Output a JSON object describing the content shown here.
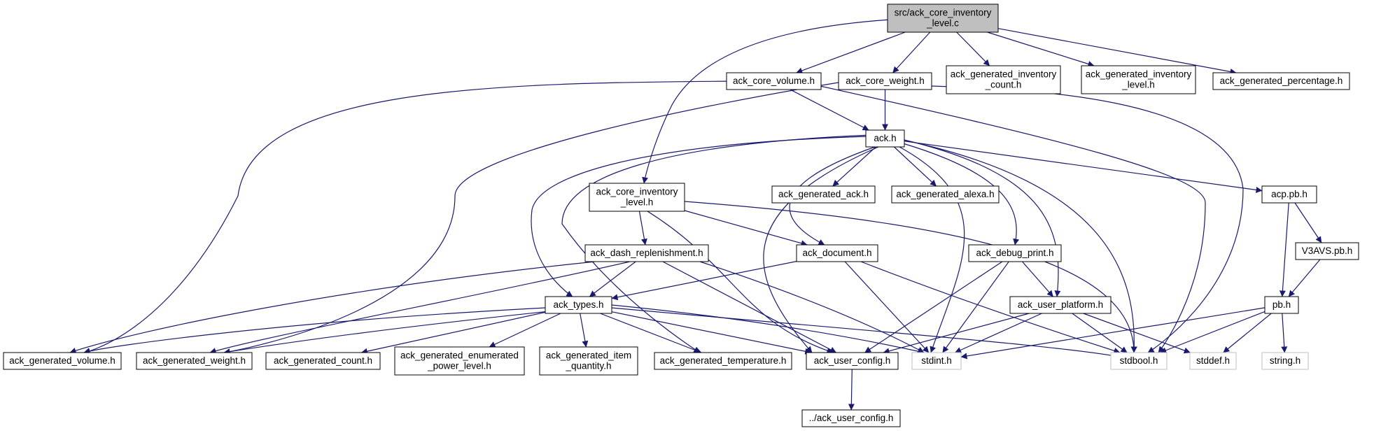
{
  "colors": {
    "edge": "#191970",
    "root_fill": "#bfbfbf",
    "node_border": "#000000",
    "external_border": "#bfbfbf",
    "background": "#ffffff"
  },
  "nodes": [
    {
      "id": "root",
      "lines": [
        "src/ack_core_inventory",
        "_level.c"
      ],
      "style": "root"
    },
    {
      "id": "core_volume",
      "lines": [
        "ack_core_volume.h"
      ]
    },
    {
      "id": "core_weight",
      "lines": [
        "ack_core_weight.h"
      ]
    },
    {
      "id": "gen_inv_count",
      "lines": [
        "ack_generated_inventory",
        "_count.h"
      ]
    },
    {
      "id": "gen_inv_level",
      "lines": [
        "ack_generated_inventory",
        "_level.h"
      ]
    },
    {
      "id": "gen_percentage",
      "lines": [
        "ack_generated_percentage.h"
      ]
    },
    {
      "id": "ack",
      "lines": [
        "ack.h"
      ]
    },
    {
      "id": "core_inv_level_h",
      "lines": [
        "ack_core_inventory",
        "_level.h"
      ]
    },
    {
      "id": "gen_ack",
      "lines": [
        "ack_generated_ack.h"
      ]
    },
    {
      "id": "gen_alexa",
      "lines": [
        "ack_generated_alexa.h"
      ]
    },
    {
      "id": "acp_pb",
      "lines": [
        "acp.pb.h"
      ]
    },
    {
      "id": "v3avs",
      "lines": [
        "V3AVS.pb.h"
      ]
    },
    {
      "id": "dash",
      "lines": [
        "ack_dash_replenishment.h"
      ]
    },
    {
      "id": "document",
      "lines": [
        "ack_document.h"
      ]
    },
    {
      "id": "debug_print",
      "lines": [
        "ack_debug_print.h"
      ]
    },
    {
      "id": "user_platform",
      "lines": [
        "ack_user_platform.h"
      ]
    },
    {
      "id": "pb",
      "lines": [
        "pb.h"
      ]
    },
    {
      "id": "types",
      "lines": [
        "ack_types.h"
      ]
    },
    {
      "id": "gen_volume",
      "lines": [
        "ack_generated_volume.h"
      ]
    },
    {
      "id": "gen_weight",
      "lines": [
        "ack_generated_weight.h"
      ]
    },
    {
      "id": "gen_count",
      "lines": [
        "ack_generated_count.h"
      ]
    },
    {
      "id": "gen_enum_power",
      "lines": [
        "ack_generated_enumerated",
        "_power_level.h"
      ]
    },
    {
      "id": "gen_item_qty",
      "lines": [
        "ack_generated_item",
        "_quantity.h"
      ]
    },
    {
      "id": "gen_temperature",
      "lines": [
        "ack_generated_temperature.h"
      ]
    },
    {
      "id": "user_config",
      "lines": [
        "ack_user_config.h"
      ]
    },
    {
      "id": "stdint",
      "lines": [
        "stdint.h"
      ],
      "style": "ext"
    },
    {
      "id": "stdbool",
      "lines": [
        "stdbool.h"
      ],
      "style": "ext"
    },
    {
      "id": "stddef",
      "lines": [
        "stddef.h"
      ],
      "style": "ext"
    },
    {
      "id": "string",
      "lines": [
        "string.h"
      ],
      "style": "ext"
    },
    {
      "id": "parent_user_config",
      "lines": [
        "../ack_user_config.h"
      ]
    }
  ],
  "edges": [
    [
      "root",
      "core_volume"
    ],
    [
      "root",
      "core_weight"
    ],
    [
      "root",
      "gen_inv_count"
    ],
    [
      "root",
      "gen_inv_level"
    ],
    [
      "root",
      "gen_percentage"
    ],
    [
      "root",
      "core_inv_level_h"
    ],
    [
      "core_volume",
      "ack"
    ],
    [
      "core_volume",
      "gen_volume"
    ],
    [
      "core_volume",
      "stdbool"
    ],
    [
      "core_weight",
      "ack"
    ],
    [
      "core_weight",
      "gen_weight"
    ],
    [
      "core_weight",
      "stdbool"
    ],
    [
      "ack",
      "gen_ack"
    ],
    [
      "ack",
      "gen_alexa"
    ],
    [
      "ack",
      "acp_pb"
    ],
    [
      "ack",
      "document"
    ],
    [
      "ack",
      "debug_print"
    ],
    [
      "ack",
      "user_platform"
    ],
    [
      "ack",
      "types"
    ],
    [
      "ack",
      "gen_temperature"
    ],
    [
      "ack",
      "user_config"
    ],
    [
      "ack",
      "stdint"
    ],
    [
      "ack",
      "stdbool"
    ],
    [
      "core_inv_level_h",
      "dash"
    ],
    [
      "core_inv_level_h",
      "document"
    ],
    [
      "core_inv_level_h",
      "user_config"
    ],
    [
      "core_inv_level_h",
      "stdbool"
    ],
    [
      "acp_pb",
      "v3avs"
    ],
    [
      "acp_pb",
      "pb"
    ],
    [
      "v3avs",
      "pb"
    ],
    [
      "dash",
      "types"
    ],
    [
      "dash",
      "gen_volume"
    ],
    [
      "dash",
      "gen_weight"
    ],
    [
      "dash",
      "user_config"
    ],
    [
      "dash",
      "stdint"
    ],
    [
      "document",
      "types"
    ],
    [
      "document",
      "stdint"
    ],
    [
      "document",
      "stdbool"
    ],
    [
      "debug_print",
      "user_platform"
    ],
    [
      "debug_print",
      "user_config"
    ],
    [
      "debug_print",
      "stdint"
    ],
    [
      "user_platform",
      "user_config"
    ],
    [
      "user_platform",
      "stdint"
    ],
    [
      "user_platform",
      "stdbool"
    ],
    [
      "user_platform",
      "stddef"
    ],
    [
      "pb",
      "stdint"
    ],
    [
      "pb",
      "stdbool"
    ],
    [
      "pb",
      "stddef"
    ],
    [
      "pb",
      "string"
    ],
    [
      "types",
      "gen_volume"
    ],
    [
      "types",
      "gen_weight"
    ],
    [
      "types",
      "gen_count"
    ],
    [
      "types",
      "gen_enum_power"
    ],
    [
      "types",
      "gen_item_qty"
    ],
    [
      "types",
      "gen_temperature"
    ],
    [
      "types",
      "user_config"
    ],
    [
      "types",
      "stdint"
    ],
    [
      "types",
      "stdbool"
    ],
    [
      "user_config",
      "parent_user_config"
    ]
  ]
}
